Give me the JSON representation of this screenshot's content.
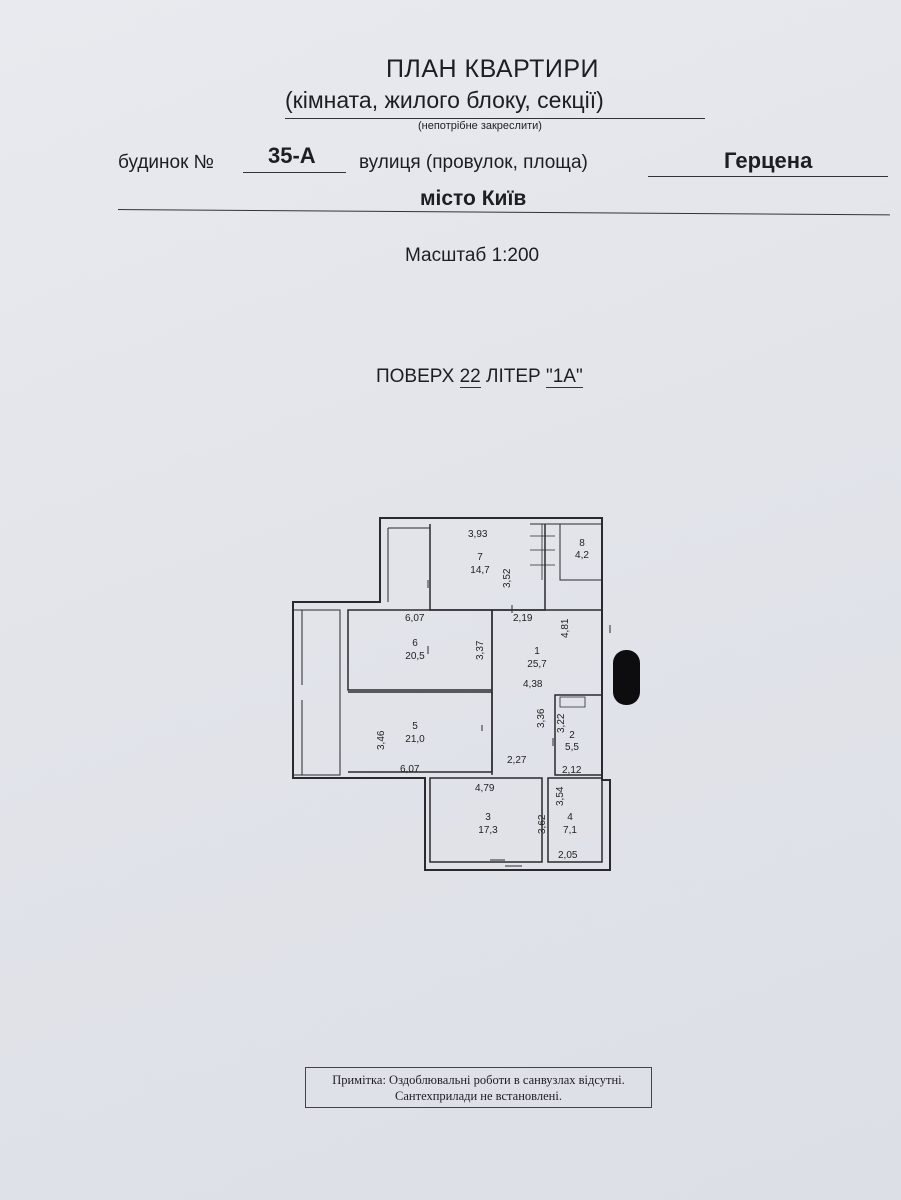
{
  "header": {
    "title": "ПЛАН КВАРТИРИ",
    "subtitle": "(кімната, жилого блоку, секції)",
    "strike_note": "(непотрібне закреслити)"
  },
  "address": {
    "house_label": "будинок №",
    "house_number": "35-А",
    "street_label": "вулиця (провулок, площа)",
    "street_name": "Герцена",
    "city": "місто Київ"
  },
  "scale": "Масштаб 1:200",
  "floor_info": {
    "floor_label": "ПОВЕРХ",
    "floor_number": "22",
    "letter_label": "ЛІТЕР",
    "letter_value": "\"1А\""
  },
  "plan": {
    "rooms": [
      {
        "number": "1",
        "area": "25,7"
      },
      {
        "number": "2",
        "area": "5,5"
      },
      {
        "number": "3",
        "area": "17,3"
      },
      {
        "number": "4",
        "area": "7,1"
      },
      {
        "number": "5",
        "area": "21,0"
      },
      {
        "number": "6",
        "area": "20,5"
      },
      {
        "number": "7",
        "area": "14,7"
      },
      {
        "number": "8",
        "area": "4,2"
      }
    ],
    "dimensions": [
      "3,93",
      "3,52",
      "6,07",
      "3,37",
      "2,19",
      "4,81",
      "4,38",
      "3,36",
      "3,22",
      "2,12",
      "3,46",
      "6,07",
      "2,27",
      "4,79",
      "3,62",
      "3,54",
      "2,05"
    ]
  },
  "remark": {
    "line1": "Примітка: Оздоблювальні роботи в санвузлах відсутні.",
    "line2": "Сантехприлади не встановлені."
  }
}
